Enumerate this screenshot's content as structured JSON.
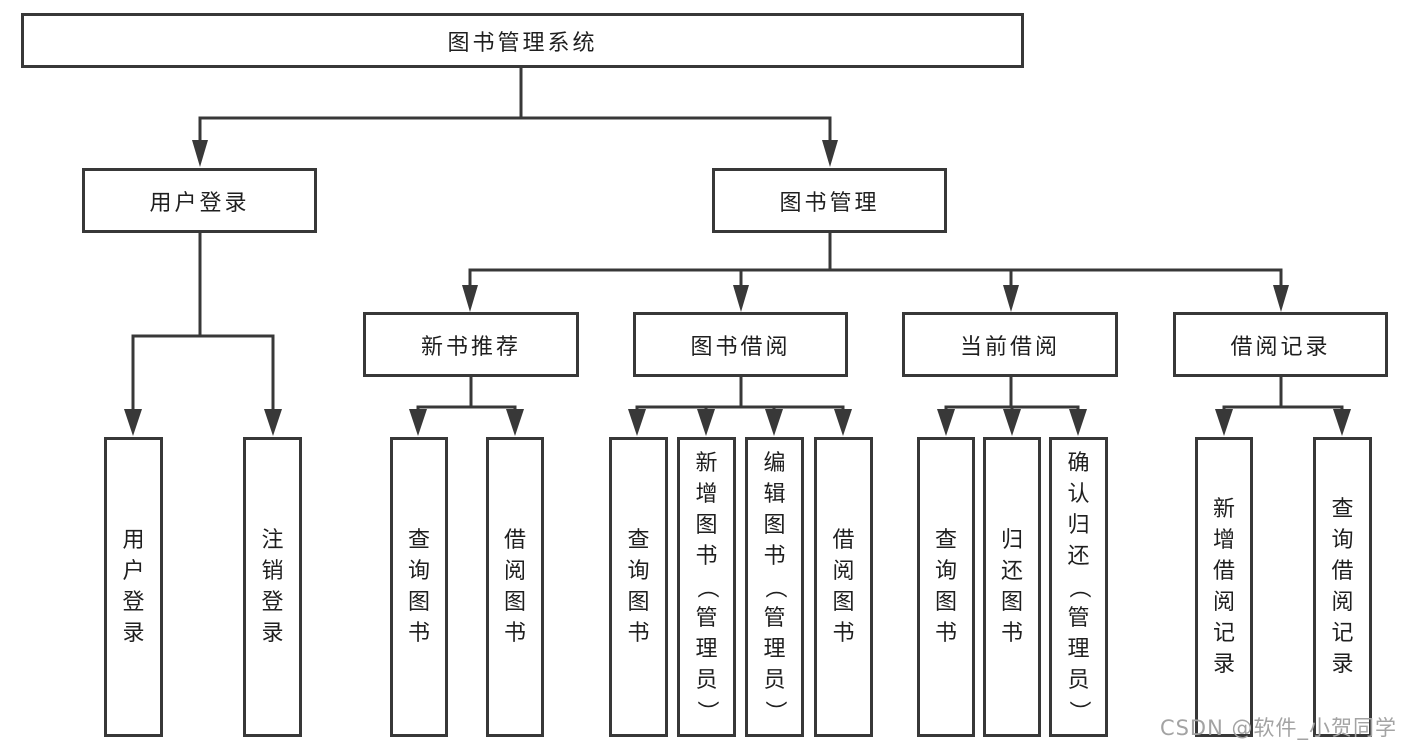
{
  "colors": {
    "line": "#383838",
    "text": "#1f1f1f",
    "background": "#ffffff",
    "watermark": "#a3a3a3"
  },
  "watermark": {
    "text": "CSDN @软件_小贺同学"
  },
  "tree": {
    "label": "图书管理系统",
    "children": [
      {
        "label": "用户登录",
        "children": [
          {
            "label": "用户登录"
          },
          {
            "label": "注销登录"
          }
        ]
      },
      {
        "label": "图书管理",
        "children": [
          {
            "label": "新书推荐",
            "children": [
              {
                "label": "查询图书"
              },
              {
                "label": "借阅图书"
              }
            ]
          },
          {
            "label": "图书借阅",
            "children": [
              {
                "label": "查询图书"
              },
              {
                "label": "新增图书（管理员）"
              },
              {
                "label": "编辑图书（管理员）"
              },
              {
                "label": "借阅图书"
              }
            ]
          },
          {
            "label": "当前借阅",
            "children": [
              {
                "label": "查询图书"
              },
              {
                "label": "归还图书"
              },
              {
                "label": "确认归还（管理员）"
              }
            ]
          },
          {
            "label": "借阅记录",
            "children": [
              {
                "label": "新增借阅记录"
              },
              {
                "label": "查询借阅记录"
              }
            ]
          }
        ]
      }
    ]
  }
}
